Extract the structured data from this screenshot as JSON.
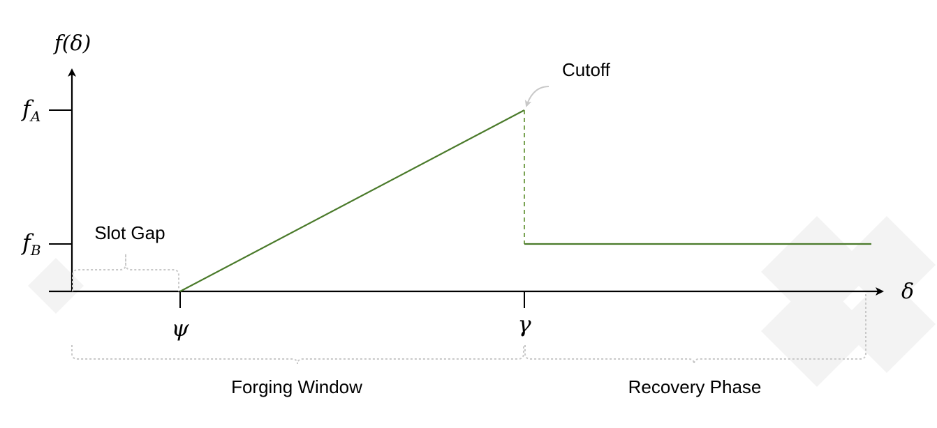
{
  "axes": {
    "y_axis_label": "f(δ)",
    "x_axis_label": "δ",
    "y_ticks": [
      {
        "base": "f",
        "sub": "A"
      },
      {
        "base": "f",
        "sub": "B"
      }
    ],
    "x_ticks": [
      "ψ",
      "γ"
    ]
  },
  "annotations": {
    "cutoff": "Cutoff",
    "slot_gap": "Slot Gap",
    "forging_window": "Forging Window",
    "recovery_phase": "Recovery Phase"
  },
  "colors": {
    "curve": "#4a7a2a",
    "cutoff_dashed": "#7aa354",
    "brace": "#c8c8c8",
    "axis": "#000000",
    "watermark": "#f2f2f2"
  }
}
